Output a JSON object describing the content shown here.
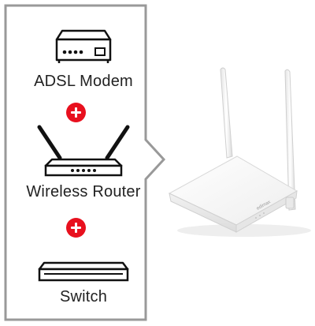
{
  "items": [
    {
      "label": "ADSL Modem",
      "icon": "modem-icon"
    },
    {
      "label": "Wireless Router",
      "icon": "router-icon"
    },
    {
      "label": "Switch",
      "icon": "switch-icon"
    }
  ],
  "plus_icon": "plus-icon",
  "colors": {
    "accent": "#e8101e",
    "border": "#999999",
    "text": "#222222",
    "device": "#f3f3f3"
  },
  "photo": {
    "name": "router-photo",
    "brand_text": "edimax"
  }
}
